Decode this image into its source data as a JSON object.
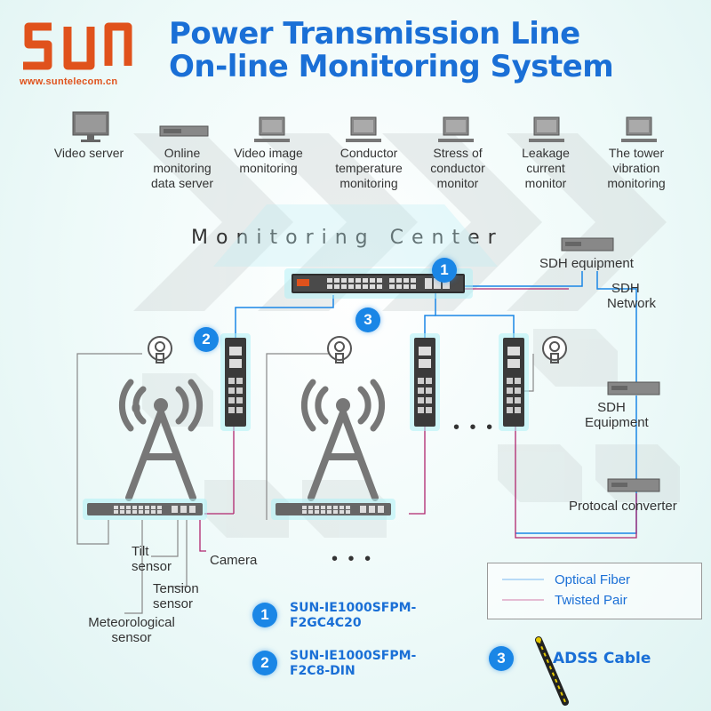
{
  "brand": {
    "url": "www.suntelecom.cn",
    "accent": "#e0521c",
    "title_color": "#1a6fd6"
  },
  "title": {
    "line1": "Power Transmission Line",
    "line2": "On-line Monitoring System"
  },
  "devices": [
    {
      "label": "Video server",
      "icon": "monitor-icon"
    },
    {
      "label": "Online monitoring data server",
      "icon": "server-icon"
    },
    {
      "label": "Video image monitoring",
      "icon": "workstation-icon"
    },
    {
      "label": "Conductor temperature monitoring",
      "icon": "workstation-icon"
    },
    {
      "label": "Stress of conductor monitor",
      "icon": "workstation-icon"
    },
    {
      "label": "Leakage current monitor",
      "icon": "workstation-icon"
    },
    {
      "label": "The tower vibration monitoring",
      "icon": "workstation-icon"
    }
  ],
  "monitoring_center": "Monitoring Center",
  "network": {
    "sdh_equipment_top": "SDH equipment",
    "sdh_network": "SDH Network",
    "sdh_equipment_mid": "SDH Equipment",
    "protocol_converter": "Protocal converter"
  },
  "sensors": {
    "tilt": "Tilt sensor",
    "tension": "Tension sensor",
    "meteorological": "Meteorological sensor",
    "camera": "Camera"
  },
  "badges": [
    "1",
    "2",
    "3"
  ],
  "models": {
    "m1": {
      "num": "1",
      "name_line1": "SUN-IE1000SFPM-",
      "name_line2": "F2GC4C20"
    },
    "m2": {
      "num": "2",
      "name_line1": "SUN-IE1000SFPM-",
      "name_line2": "F2C8-DIN"
    },
    "m3": {
      "num": "3",
      "name": "ADSS Cable"
    }
  },
  "legend": {
    "optical_fiber": {
      "label": "Optical Fiber",
      "color": "#1a86e6"
    },
    "twisted_pair": {
      "label": "Twisted Pair",
      "color": "#b0256e"
    }
  },
  "ellipsis": "• • •"
}
